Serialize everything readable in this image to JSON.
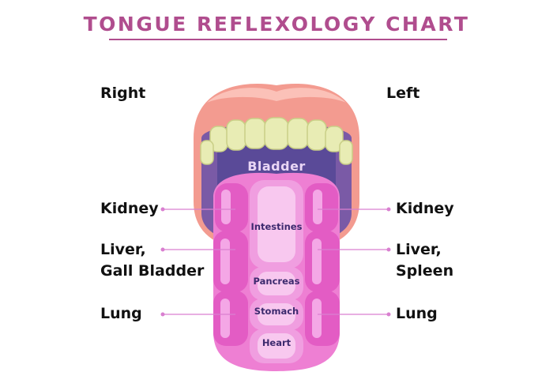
{
  "title": "TONGUE REFLEXOLOGY CHART",
  "orientation": {
    "right": "Right",
    "left": "Left"
  },
  "left_labels": {
    "kidney": "Kidney",
    "liver_line1": "Liver,",
    "liver_line2": "Gall Bladder",
    "lung": "Lung"
  },
  "right_labels": {
    "kidney": "Kidney",
    "liver_line1": "Liver,",
    "liver_line2": "Spleen",
    "lung": "Lung"
  },
  "center_zones": {
    "bladder": "Bladder",
    "intestines": "Intestines",
    "pancreas": "Pancreas",
    "stomach": "Stomach",
    "heart": "Heart"
  },
  "colors": {
    "title": "#b04d8e",
    "tongue": "#ee7fd3",
    "tongue_light": "#f5b6ea",
    "lips": "#f39b90",
    "teeth": "#e8ecb4",
    "mouth_interior": "#5a4a98",
    "leader_line": "#d97fd0"
  }
}
